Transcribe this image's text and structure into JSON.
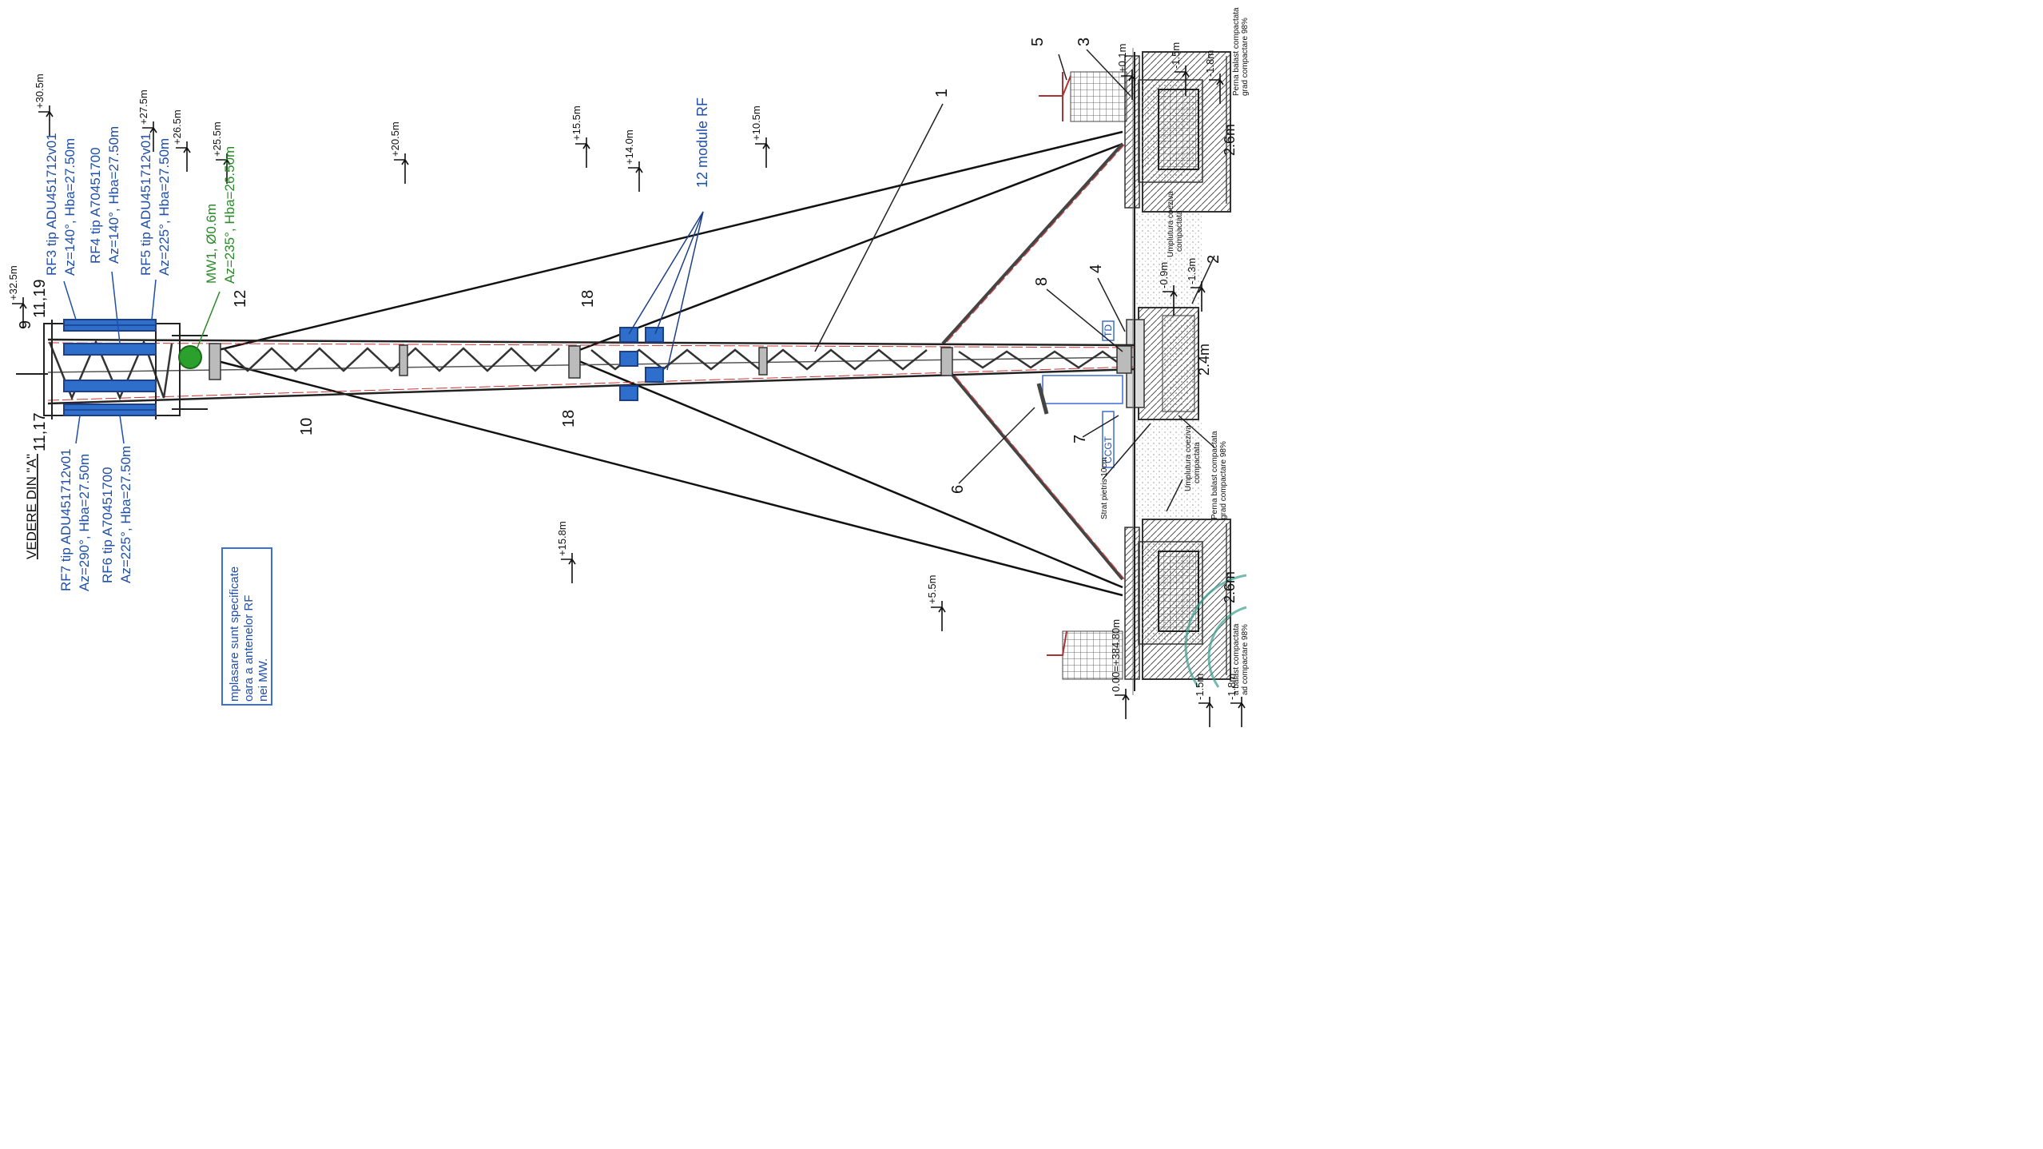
{
  "view_title": "VEDERE DIN \"A\"",
  "antennas": {
    "rf3": [
      "RF3 tip ADU451712v01",
      "Az=140°, Hba=27.50m"
    ],
    "rf4": [
      "RF4 tip A70451700",
      "Az=140°, Hba=27.50m"
    ],
    "rf5": [
      "RF5 tip ADU451712v01",
      "Az=225°, Hba=27.50m"
    ],
    "mw1": [
      "MW1, Ø0.6m",
      "Az=235°, Hba=26.50m"
    ],
    "rf7": [
      "RF7 tip ADU451712v01",
      "Az=290°, Hba=27.50m"
    ],
    "rf6": [
      "RF6 tip A70451700",
      "Az=225°, Hba=27.50m"
    ],
    "rf_modules": "12 module RF"
  },
  "elevations": {
    "top": [
      "+32.5m",
      "+30.5m",
      "+27.5m",
      "+26.5m",
      "+25.5m",
      "+20.5m",
      "+15.5m",
      "+14.0m",
      "+10.5m",
      "+0.1m"
    ],
    "bottom": [
      "+15.8m",
      "+5.5m"
    ],
    "foundation": [
      "-1.5m",
      "-1.8m",
      "-0.9m",
      "-1.3m",
      "0.00=+384.80m",
      "-1.5m",
      "-1.8m"
    ]
  },
  "callouts": [
    "1",
    "2",
    "3",
    "4",
    "5",
    "6",
    "7",
    "8",
    "9",
    "10",
    "11,19",
    "11,17",
    "12",
    "18",
    "18"
  ],
  "equipment_labels": [
    "TD",
    "CCGT"
  ],
  "dimensions": [
    "2.6m",
    "2.4m",
    "2.6m"
  ],
  "soil_notes": {
    "right_top": [
      "Perna balast compactata",
      "grad compactare 98%"
    ],
    "fill_upper": [
      "Umplutura coeziva",
      "compactata"
    ],
    "fill_lower": [
      "Umplutura coeziva",
      "compactata"
    ],
    "gravel": "Strat pietris 10cm",
    "ballast_mid": [
      "Perna balast compactata",
      "grad compactare 98%"
    ],
    "right_bottom": [
      "a balast compactata",
      "ad compactare 98%"
    ]
  },
  "note_lines": [
    "mplasare sunt specificate",
    "oara a antenelor RF",
    "nei MW."
  ]
}
